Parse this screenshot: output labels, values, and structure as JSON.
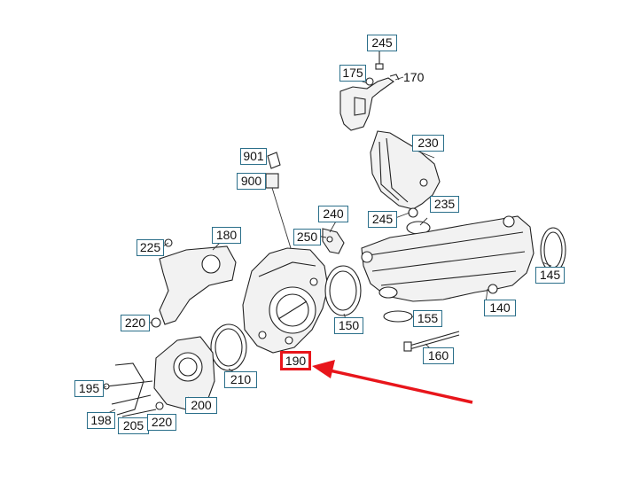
{
  "callouts": {
    "c245_top": "245",
    "c175": "175",
    "c170": "170",
    "c230": "230",
    "c901": "901",
    "c900": "900",
    "c240": "240",
    "c245_mid": "245",
    "c235": "235",
    "c180": "180",
    "c225": "225",
    "c250": "250",
    "c145": "145",
    "c140": "140",
    "c155": "155",
    "c150": "150",
    "c220_left": "220",
    "c160": "160",
    "c190": "190",
    "c210": "210",
    "c195": "195",
    "c200": "200",
    "c198": "198",
    "c205": "205",
    "c220_bottom": "220"
  },
  "highlight": {
    "part": "190",
    "color": "#e8151b"
  },
  "colors": {
    "callout_border": "#2b6f8a",
    "line": "#222222"
  }
}
